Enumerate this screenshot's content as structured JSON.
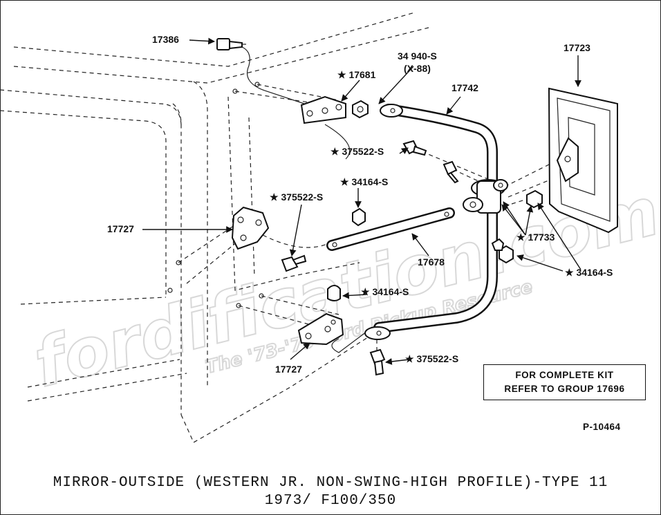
{
  "labels": {
    "l17386": "17386",
    "l34940": "34 940-S",
    "lx88": "(X-88)",
    "l17681": "★ 17681",
    "l17742": "17742",
    "l17723": "17723",
    "l375522_top": "★ 375522-S",
    "l34164_top": "★ 34164-S",
    "l375522_mid": "★ 375522-S",
    "l17727_left": "17727",
    "l17733": "★ 17733",
    "l17678": "17678",
    "l34164_right": "★ 34164-S",
    "l34164_low": "★ 34164-S",
    "l17727_bottom": "17727",
    "l375522_bottom": "★ 375522-S"
  },
  "kit_note": {
    "line1": "FOR COMPLETE KIT",
    "line2": "REFER TO GROUP 17696"
  },
  "drawing_code": "P-10464",
  "watermark": {
    "main": "fordification.com",
    "sub": "The '73-'79 Ford Pickup Resource"
  },
  "caption": {
    "line1": "MIRROR-OUTSIDE (WESTERN JR. NON-SWING-HIGH PROFILE)-TYPE 11",
    "line2": "1973/   F100/350"
  }
}
